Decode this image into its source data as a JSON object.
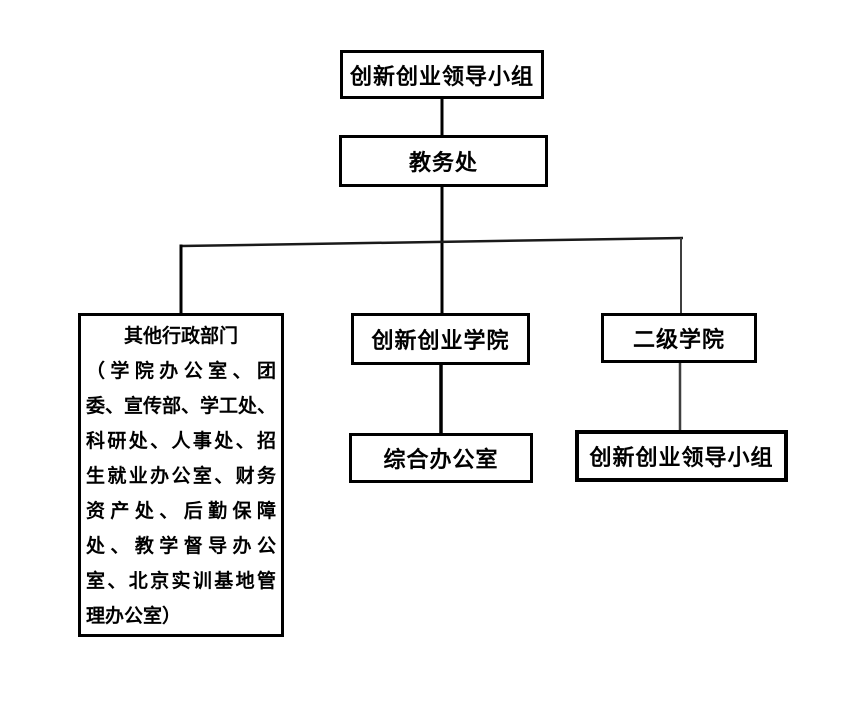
{
  "diagram": {
    "type": "org-chart",
    "background": "#ffffff",
    "border_color": "#000000",
    "line_color": "#000000",
    "secondary_line_color": "#3f3f3f",
    "nodes": {
      "leading_group": {
        "label": "创新创业领导小组"
      },
      "academic_affairs_office": {
        "label": "教务处"
      },
      "other_admin_departments": {
        "lines": [
          "其他行政部门",
          "（学院办公室、团",
          "委、宣传部、学工处、",
          "科研处、人事处、招",
          "生就业办公室、财务",
          "资产处、后勤保障",
          "处、教学督导办公",
          "室、北京实训基地管",
          "理办公室）"
        ]
      },
      "innovation_college": {
        "label": "创新创业学院"
      },
      "secondary_colleges": {
        "label": "二级学院"
      },
      "general_office": {
        "label": "综合办公室"
      },
      "college_leading_group": {
        "label": "创新创业领导小组"
      }
    },
    "edges": [
      {
        "from": "leading_group",
        "to": "academic_affairs_office"
      },
      {
        "from": "academic_affairs_office",
        "to": "other_admin_departments"
      },
      {
        "from": "academic_affairs_office",
        "to": "innovation_college"
      },
      {
        "from": "academic_affairs_office",
        "to": "secondary_colleges"
      },
      {
        "from": "innovation_college",
        "to": "general_office"
      },
      {
        "from": "secondary_colleges",
        "to": "college_leading_group"
      }
    ]
  }
}
